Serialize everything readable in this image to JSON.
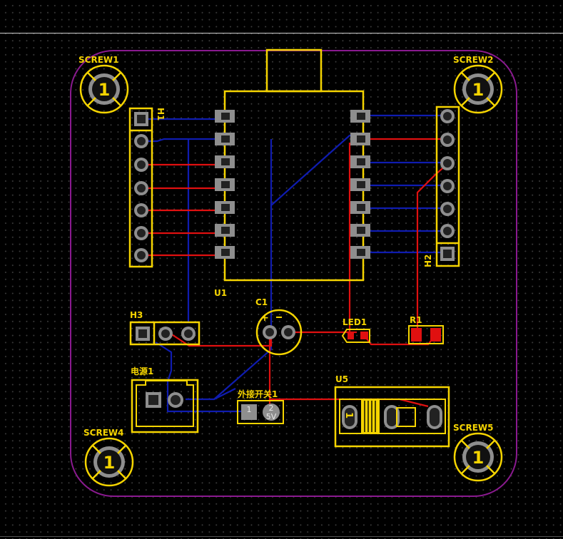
{
  "pcb": {
    "colors": {
      "background": "#000000",
      "silkscreen": "#f5d400",
      "outline": "#8a1a8f",
      "top_copper": "#e01010",
      "bottom_copper": "#0f1cb0",
      "pad": "#8e8e8e"
    },
    "labels": {
      "screw1": "SCREW1",
      "screw2": "SCREW2",
      "screw4": "SCREW4",
      "screw5": "SCREW5",
      "h1": "H1",
      "h2": "H2",
      "h3": "H3",
      "u1": "U1",
      "c1": "C1",
      "led1": "LED1",
      "r1": "R1",
      "power": "电源1",
      "ext_switch": "外接开关1",
      "u5": "U5"
    },
    "screw_pin_number": "1",
    "switch_pins": {
      "pin1": "1",
      "pin2": "2",
      "pin2_net": "5V"
    },
    "capacitor_polarity": "+",
    "u5_pin_marker": "1"
  }
}
